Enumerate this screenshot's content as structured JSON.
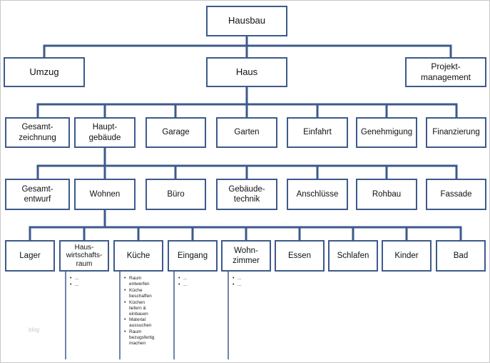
{
  "root": {
    "label": "Hausbau"
  },
  "level1": {
    "umzug": "Umzug",
    "haus": "Haus",
    "projekt": "Projekt-\nmanagement"
  },
  "level2": {
    "gesamtzeichnung": "Gesamt-\nzeichnung",
    "hauptgebaeude": "Haupt-\ngebäude",
    "garage": "Garage",
    "garten": "Garten",
    "einfahrt": "Einfahrt",
    "genehmigung": "Genehmigung",
    "finanzierung": "Finanzierung"
  },
  "level3": {
    "gesamtentwurf": "Gesamt-\nentwurf",
    "wohnen": "Wohnen",
    "buero": "Büro",
    "gebaeudetechnik": "Gebäude-\ntechnik",
    "anschluesse": "Anschlüsse",
    "rohbau": "Rohbau",
    "fassade": "Fassade"
  },
  "level4": {
    "lager": "Lager",
    "hauswirtschaftsraum": "Haus-\nwirtschafts-\nraum",
    "kueche": "Küche",
    "eingang": "Eingang",
    "wohnzimmer": "Wohn-\nzimmer",
    "essen": "Essen",
    "schlafen": "Schlafen",
    "kinder": "Kinder",
    "bad": "Bad"
  },
  "notes": {
    "hauswirtschaftsraum": [
      "...",
      "..."
    ],
    "kueche": [
      "Raum\nentwerfen",
      "Küche\nbeschaffen",
      "Küchen\nliefern &\neinbauen",
      "Material\naussuchen",
      "Raum\nbezugsfertig\nmachen"
    ],
    "eingang": [
      "...",
      "..."
    ],
    "wohnzimmer": [
      "...",
      "..."
    ]
  },
  "watermark": "blog",
  "colors": {
    "box_border": "#3d5a8c",
    "connector": "#3d5a8c",
    "box_fill": "#ffffff"
  }
}
